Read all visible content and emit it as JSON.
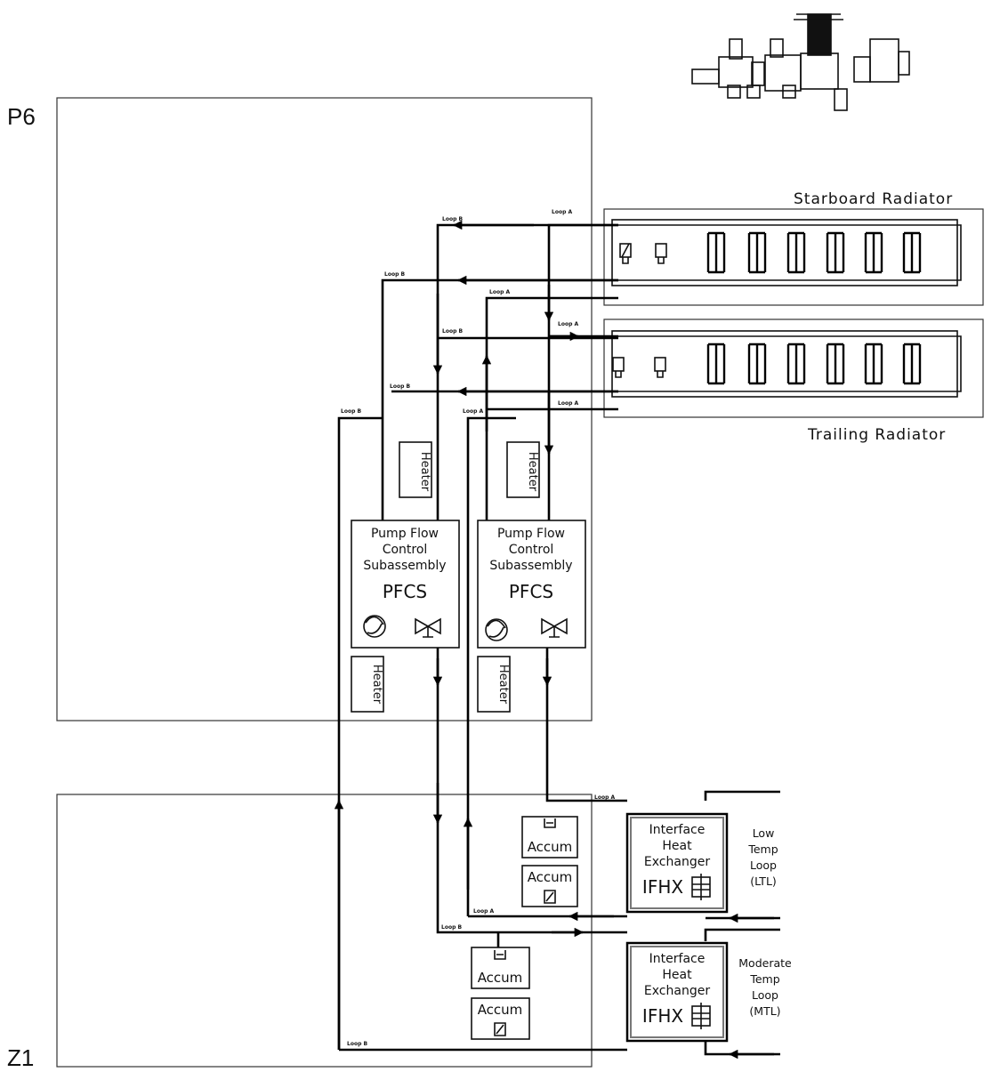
{
  "labels": {
    "p6": "P6",
    "z1": "Z1",
    "starboard_radiator": "Starboard  Radiator",
    "trailing_radiator": "Trailing  Radiator"
  },
  "pfcs": {
    "line1": "Pump  Flow",
    "line2": "Control",
    "line3": "Subassembly",
    "code": "PFCS"
  },
  "ifhx": {
    "line1": "Interface",
    "line2": "Heat",
    "line3": "Exchanger",
    "code": "IFHX"
  },
  "heater_label": "Heater",
  "accum_label": "Accum",
  "accum_small_label": "Accum",
  "loops": {
    "ltl": [
      "Low",
      "Temp",
      "Loop",
      "(LTL)"
    ],
    "mtl": [
      "Moderate",
      "Temp",
      "Loop",
      "(MTL)"
    ]
  },
  "pipe_labels": {
    "loop_a": "Loop A",
    "loop_b": "Loop B"
  }
}
